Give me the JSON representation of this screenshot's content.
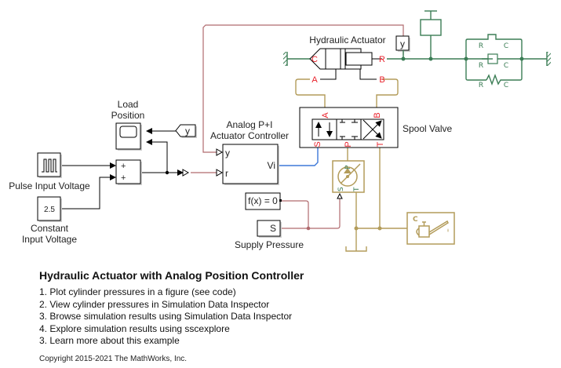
{
  "model": {
    "title": "Hydraulic Actuator with Analog Position Controller",
    "links": [
      "1. Plot cylinder pressures in a figure (see code)",
      "2. View cylinder pressures in Simulation Data Inspector",
      "3. Browse simulation results using Simulation Data Inspector",
      "4. Explore simulation results using sscexplore",
      "3. Learn more about this example"
    ],
    "copyright": "Copyright 2015-2021 The MathWorks, Inc."
  },
  "blocks": {
    "hydraulic_actuator": {
      "label": "Hydraulic Actuator",
      "ports": [
        "C",
        "R",
        "A",
        "B"
      ]
    },
    "goto_y": {
      "label": "y"
    },
    "from_y": {
      "label": "y"
    },
    "spool_valve": {
      "label": "Spool Valve",
      "ports": [
        "A",
        "B",
        "S",
        "P",
        "T"
      ]
    },
    "load_position": {
      "label_line1": "Load",
      "label_line2": "Position"
    },
    "controller": {
      "label_line1": "Analog P+I",
      "label_line2": "Actuator Controller",
      "in_ports": [
        "y",
        "r"
      ],
      "out_port": "Vi"
    },
    "pulse": {
      "label": "Pulse Input Voltage"
    },
    "constant": {
      "value": "2.5",
      "label_line1": "Constant",
      "label_line2": "Input Voltage"
    },
    "sum": {
      "signs": [
        "+",
        "+"
      ]
    },
    "solver": {
      "label": "f(x) = 0"
    },
    "supply_pressure": {
      "value": "S",
      "label": "Supply Pressure"
    },
    "pressure_source": {
      "ports": [
        "P",
        "S",
        "T"
      ]
    },
    "fluid": {
      "port": "C"
    },
    "translational_network": {
      "ports": [
        "R",
        "C",
        "R",
        "C",
        "R",
        "C"
      ]
    }
  },
  "colors": {
    "hydraulic_line": "#b39c5a",
    "mechanical_line": "#3b7d55",
    "physical_signal": "#b06a6e",
    "electrical_signal": "#3d78d8",
    "port_label": "#e8202a"
  }
}
